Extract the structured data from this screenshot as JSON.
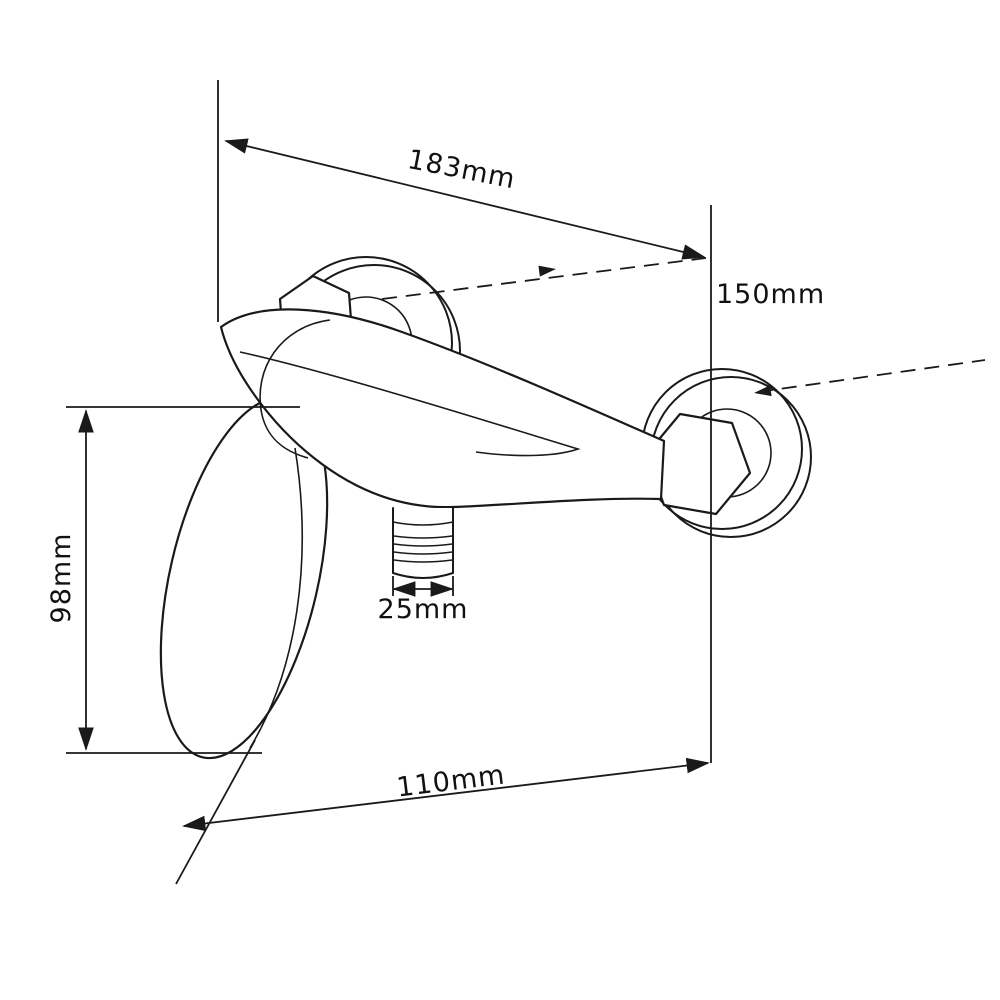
{
  "drawing": {
    "background_color": "#ffffff",
    "line_color": "#1a1a1a",
    "subject": "wall-mounted-shower-mixer-faucet",
    "dimensions": {
      "overall_width": {
        "label": "183mm",
        "value": 183,
        "unit": "mm"
      },
      "inlet_center_distance": {
        "label": "150mm",
        "value": 150,
        "unit": "mm"
      },
      "handle_height": {
        "label": "98mm",
        "value": 98,
        "unit": "mm"
      },
      "outlet_thread_width": {
        "label": "25mm",
        "value": 25,
        "unit": "mm"
      },
      "mounting_depth": {
        "label": "110mm",
        "value": 110,
        "unit": "mm"
      }
    }
  }
}
